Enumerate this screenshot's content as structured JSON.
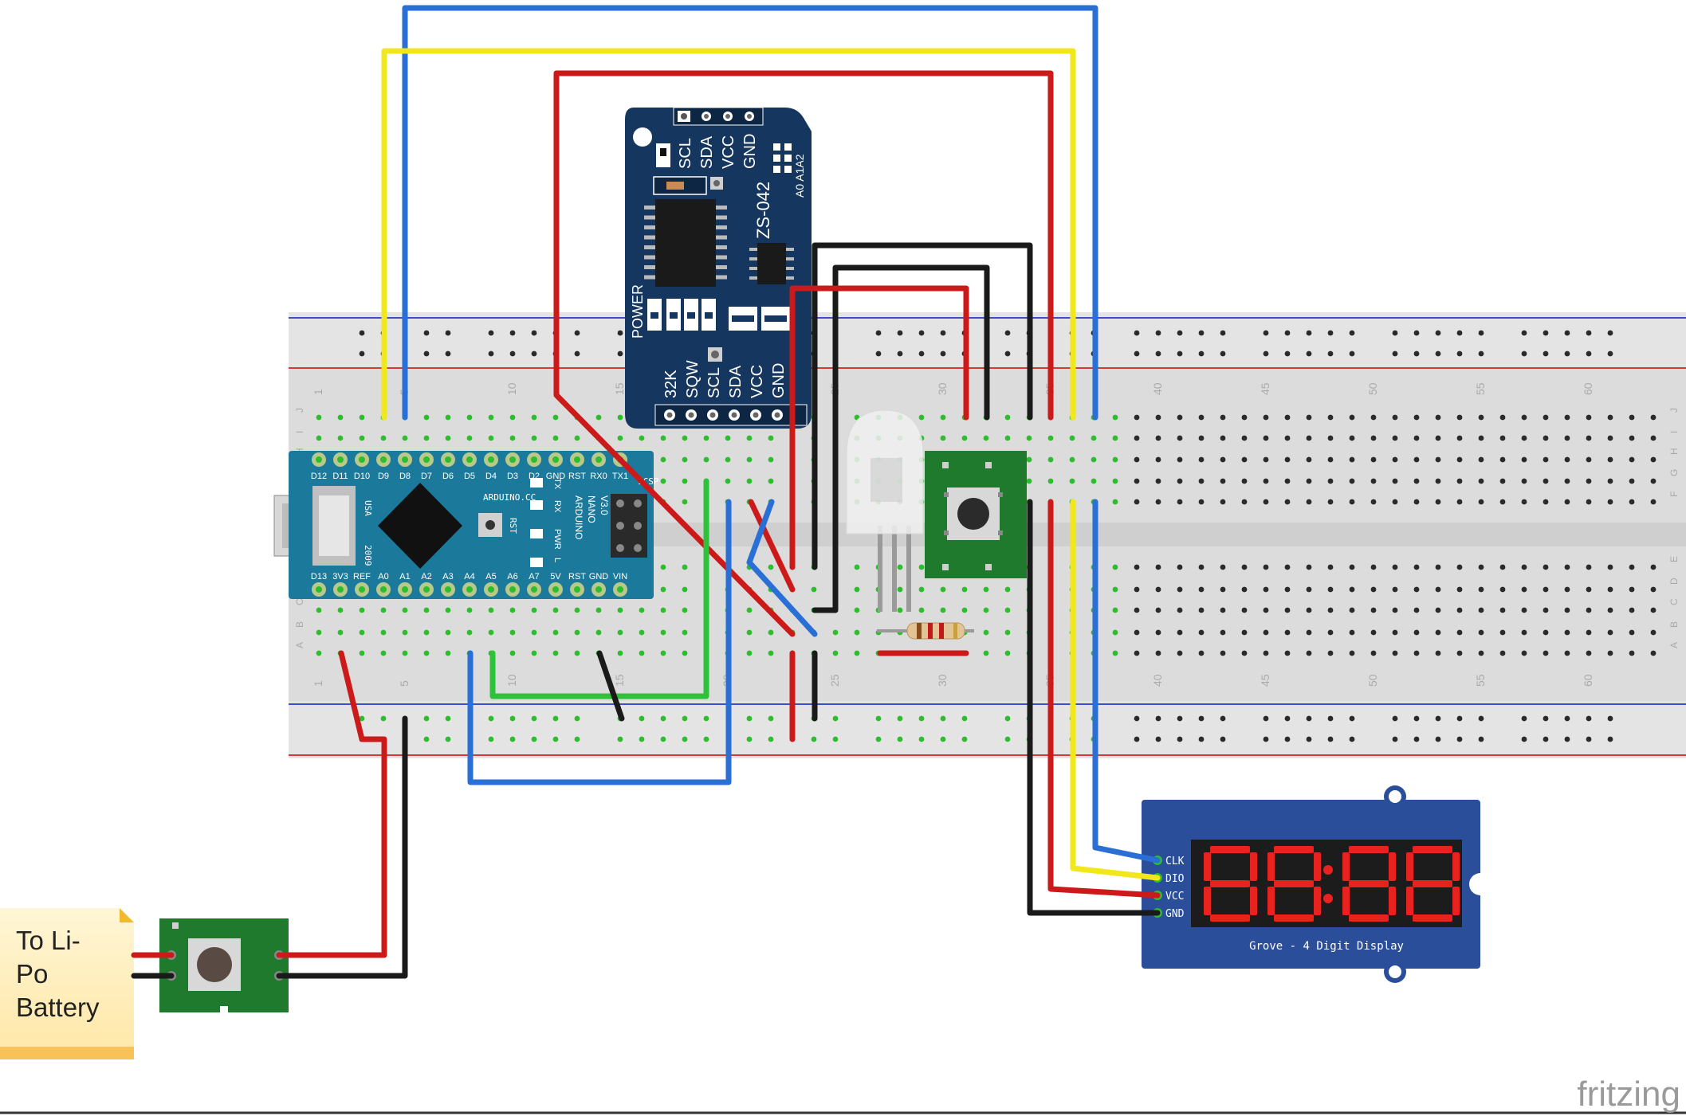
{
  "breadboard": {
    "column_numbers": [
      "1",
      "5",
      "10",
      "15",
      "20",
      "25",
      "30",
      "35",
      "40",
      "45",
      "50",
      "55",
      "60"
    ],
    "row_letters_top": [
      "J",
      "I",
      "H",
      "G",
      "F"
    ],
    "row_letters_bottom": [
      "E",
      "D",
      "C",
      "B",
      "A"
    ]
  },
  "rtc_module": {
    "top_pins": [
      "SCL",
      "SDA",
      "VCC",
      "GND"
    ],
    "bottom_pins": [
      "32K",
      "SQW",
      "SCL",
      "SDA",
      "VCC",
      "GND"
    ],
    "model": "ZS-042",
    "address_labels": "A0 A1A2",
    "power_label": "POWER"
  },
  "arduino": {
    "top_pins": [
      "D12",
      "D11",
      "D10",
      "D9",
      "D8",
      "D7",
      "D6",
      "D5",
      "D4",
      "D3",
      "D2",
      "GND",
      "RST",
      "RX0",
      "TX1"
    ],
    "bottom_pins": [
      "D13",
      "3V3",
      "REF",
      "A0",
      "A1",
      "A2",
      "A3",
      "A4",
      "A5",
      "A6",
      "A7",
      "5V",
      "RST",
      "GND",
      "VIN"
    ],
    "brand": "ARDUINO.CC",
    "name_lines": [
      "ARDUINO",
      "NANO",
      "V3.0"
    ],
    "usa": "USA",
    "year": "2009",
    "rst": "RST",
    "leds": [
      "TX",
      "RX",
      "PWR",
      "L"
    ],
    "icsp": "ICSP"
  },
  "display": {
    "pins": [
      "CLK",
      "DIO",
      "VCC",
      "GND"
    ],
    "label": "Grove - 4 Digit Display",
    "digits": "88:88"
  },
  "note": {
    "lines": [
      "To Li-",
      "Po",
      "Battery"
    ]
  },
  "brand": "fritzing",
  "colors": {
    "wire_red": "#cc1a1a",
    "wire_black": "#1a1a1a",
    "wire_blue": "#2a6fd6",
    "wire_yellow": "#f2e71a",
    "wire_green": "#2ec23a",
    "arduino_board": "#1b7a9c",
    "rtc_board": "#15375f",
    "display_board": "#2a4e9a",
    "button_board": "#1f7a2e",
    "note_bg": "#fff3c8"
  }
}
